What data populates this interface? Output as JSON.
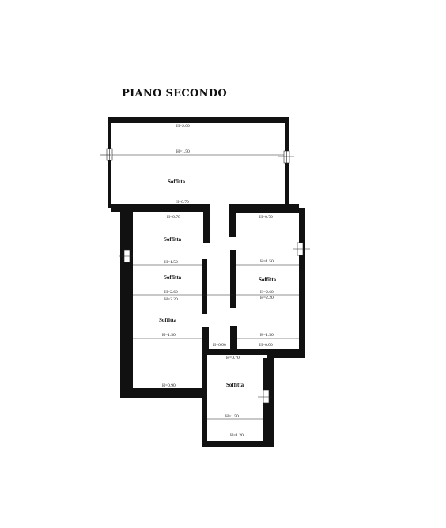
{
  "title": "PIANO SECONDO",
  "rooms": [
    {
      "label": "Soffitta"
    },
    {
      "label": "Soffitta"
    },
    {
      "label": "Soffitta"
    },
    {
      "label": "Soffitta"
    },
    {
      "label": "Soffitta"
    },
    {
      "label": "Soffitta"
    }
  ],
  "heights": [
    "H=2.00",
    "H=1.50",
    "H=0.70",
    "H=0.70",
    "H=1.50",
    "H=2.60",
    "H=2.20",
    "H=1.50",
    "H=0.90",
    "H=0.70",
    "H=1.50",
    "H=2.60",
    "H=2.20",
    "H=1.50",
    "H=0.90",
    "H=0.90",
    "H=0.70",
    "H=1.50",
    "H=1.20"
  ]
}
